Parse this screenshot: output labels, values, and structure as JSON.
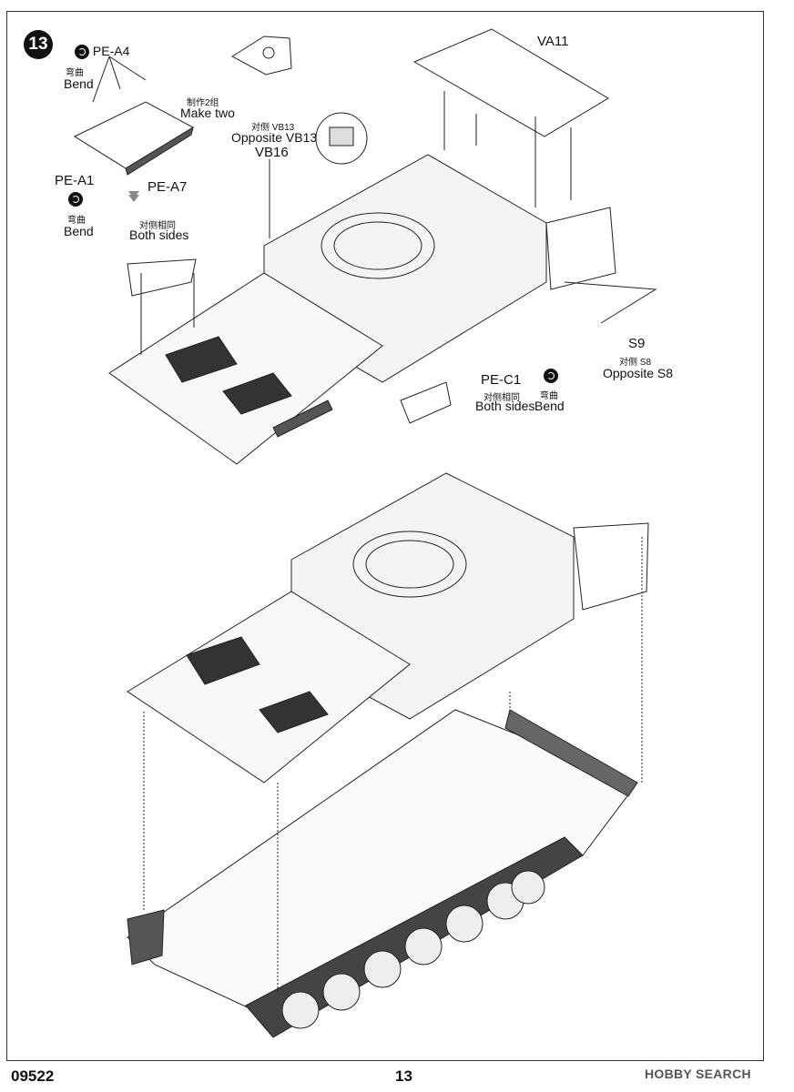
{
  "step_number": "13",
  "parts": {
    "pe_a4": "PE-A4",
    "pe_a4_cn": "弯曲",
    "pe_a4_en": "Bend",
    "make_two_cn": "制作2组",
    "make_two_en": "Make two",
    "pe_a1": "PE-A1",
    "pe_a1_cn": "弯曲",
    "pe_a1_en": "Bend",
    "pe_a7": "PE-A7",
    "vb13_cn": "对侧 VB13",
    "vb13_en": "Opposite VB13",
    "vb16": "VB16",
    "both_sides_cn": "对侧相同",
    "both_sides_en": "Both sides",
    "va11": "VA11",
    "s9": "S9",
    "s8_cn": "对侧 S8",
    "s8_en": "Opposite S8",
    "pe_c1": "PE-C1",
    "pe_c1_sides_cn": "对侧相同",
    "pe_c1_sides_en": "Both sides",
    "pe_c1_bend_cn": "弯曲",
    "pe_c1_bend_en": "Bend"
  },
  "footer": {
    "kit_code": "09522",
    "page_number": "13",
    "watermark": "HOBBY SEARCH"
  },
  "icons": [
    "bend-icon",
    "arrow-down-icon",
    "magnify-callout-icon"
  ]
}
